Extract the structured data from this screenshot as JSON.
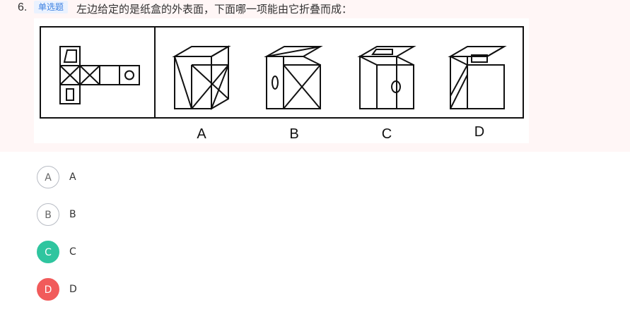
{
  "question": {
    "number": "6.",
    "type_badge": "单选题",
    "text": "左边给定的是纸盒的外表面，下面哪一项能由它折叠而成："
  },
  "figure": {
    "choice_labels": [
      "A",
      "B",
      "C",
      "D"
    ]
  },
  "options": [
    {
      "letter": "A",
      "text": "A",
      "state": "default"
    },
    {
      "letter": "B",
      "text": "B",
      "state": "default"
    },
    {
      "letter": "C",
      "text": "C",
      "state": "correct"
    },
    {
      "letter": "D",
      "text": "D",
      "state": "wrong"
    }
  ],
  "colors": {
    "correct": "#2fc59f",
    "wrong": "#f15b5b",
    "badge_text": "#3b7fe0",
    "band_bg": "#fff6f6"
  }
}
